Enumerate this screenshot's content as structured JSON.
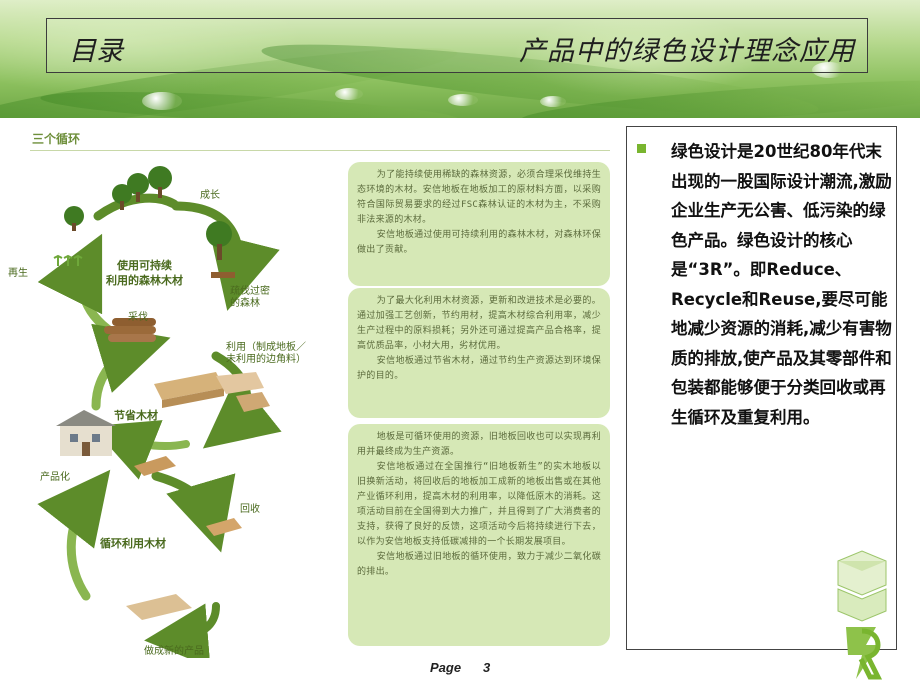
{
  "header": {
    "title_left": "目录",
    "title_right": "产品中的绿色设计理念应用"
  },
  "diagram": {
    "title": "三个循环",
    "labels": {
      "grow": "成长",
      "regrow": "再生",
      "sustainable_1": "使用可持续",
      "sustainable_2": "利用的森林木材",
      "thinned_forest_1": "疏伐过密",
      "thinned_forest_2": "的森林",
      "harvest": "采伐",
      "utilize_1": "利用（制成地板／",
      "utilize_2": "未利用的边角料）",
      "save_wood": "节省木材",
      "productize": "产品化",
      "recycle": "回收",
      "recycle_wood": "循环利用木材",
      "new_product": "做成新的产品"
    },
    "box1": [
      "为了能持续使用稀缺的森林资源，必须合理采伐维持生态环境的木材。安信地板在地板加工的原材料方面，以采购符合国际贸易要求的经过FSC森林认证的木材为主，不采购非法来源的木材。",
      "安信地板通过使用可持续利用的森林木材，对森林环保做出了贡献。"
    ],
    "box2": [
      "为了最大化利用木材资源，更新和改进技术是必要的。通过加强工艺创新，节约用材，提高木材综合利用率，减少生产过程中的原料损耗；另外还可通过提高产品合格率，提高优质品率，小材大用，劣材优用。",
      "安信地板通过节省木材，通过节约生产资源达到环境保护的目的。"
    ],
    "box3": [
      "地板是可循环使用的资源，旧地板回收也可以实现再利用并最终成为生产资源。",
      "安信地板通过在全国推行“旧地板新生”的实木地板以旧换新活动，将回收后的地板加工成新的地板出售或在其他产业循环利用，提高木材的利用率，以降低原木的消耗。这项活动目前在全国得到大力推广，并且得到了广大消费者的支持，获得了良好的反馈，这项活动今后将持续进行下去，以作为安信地板支持低碳减排的一个长期发展项目。",
      "安信地板通过旧地板的循环使用，致力于减少二氧化碳的排出。"
    ]
  },
  "panel": {
    "text": "绿色设计是20世纪80年代末出现的一股国际设计潮流,激励企业生产无公害、低污染的绿色产品。绿色设计的核心是“3R”。即Reduce、Recycle和Reuse,要尽可能地减少资源的消耗,减少有害物质的排放,使产品及其零部件和包装都能够便于分类回收或再生循环及重复利用。"
  },
  "footer": {
    "page_label": "Page",
    "page_number": "3"
  },
  "colors": {
    "accent_green": "#79b52f",
    "diagram_green": "#5d8c2a",
    "textbox_bg": "#d6e8b6"
  }
}
